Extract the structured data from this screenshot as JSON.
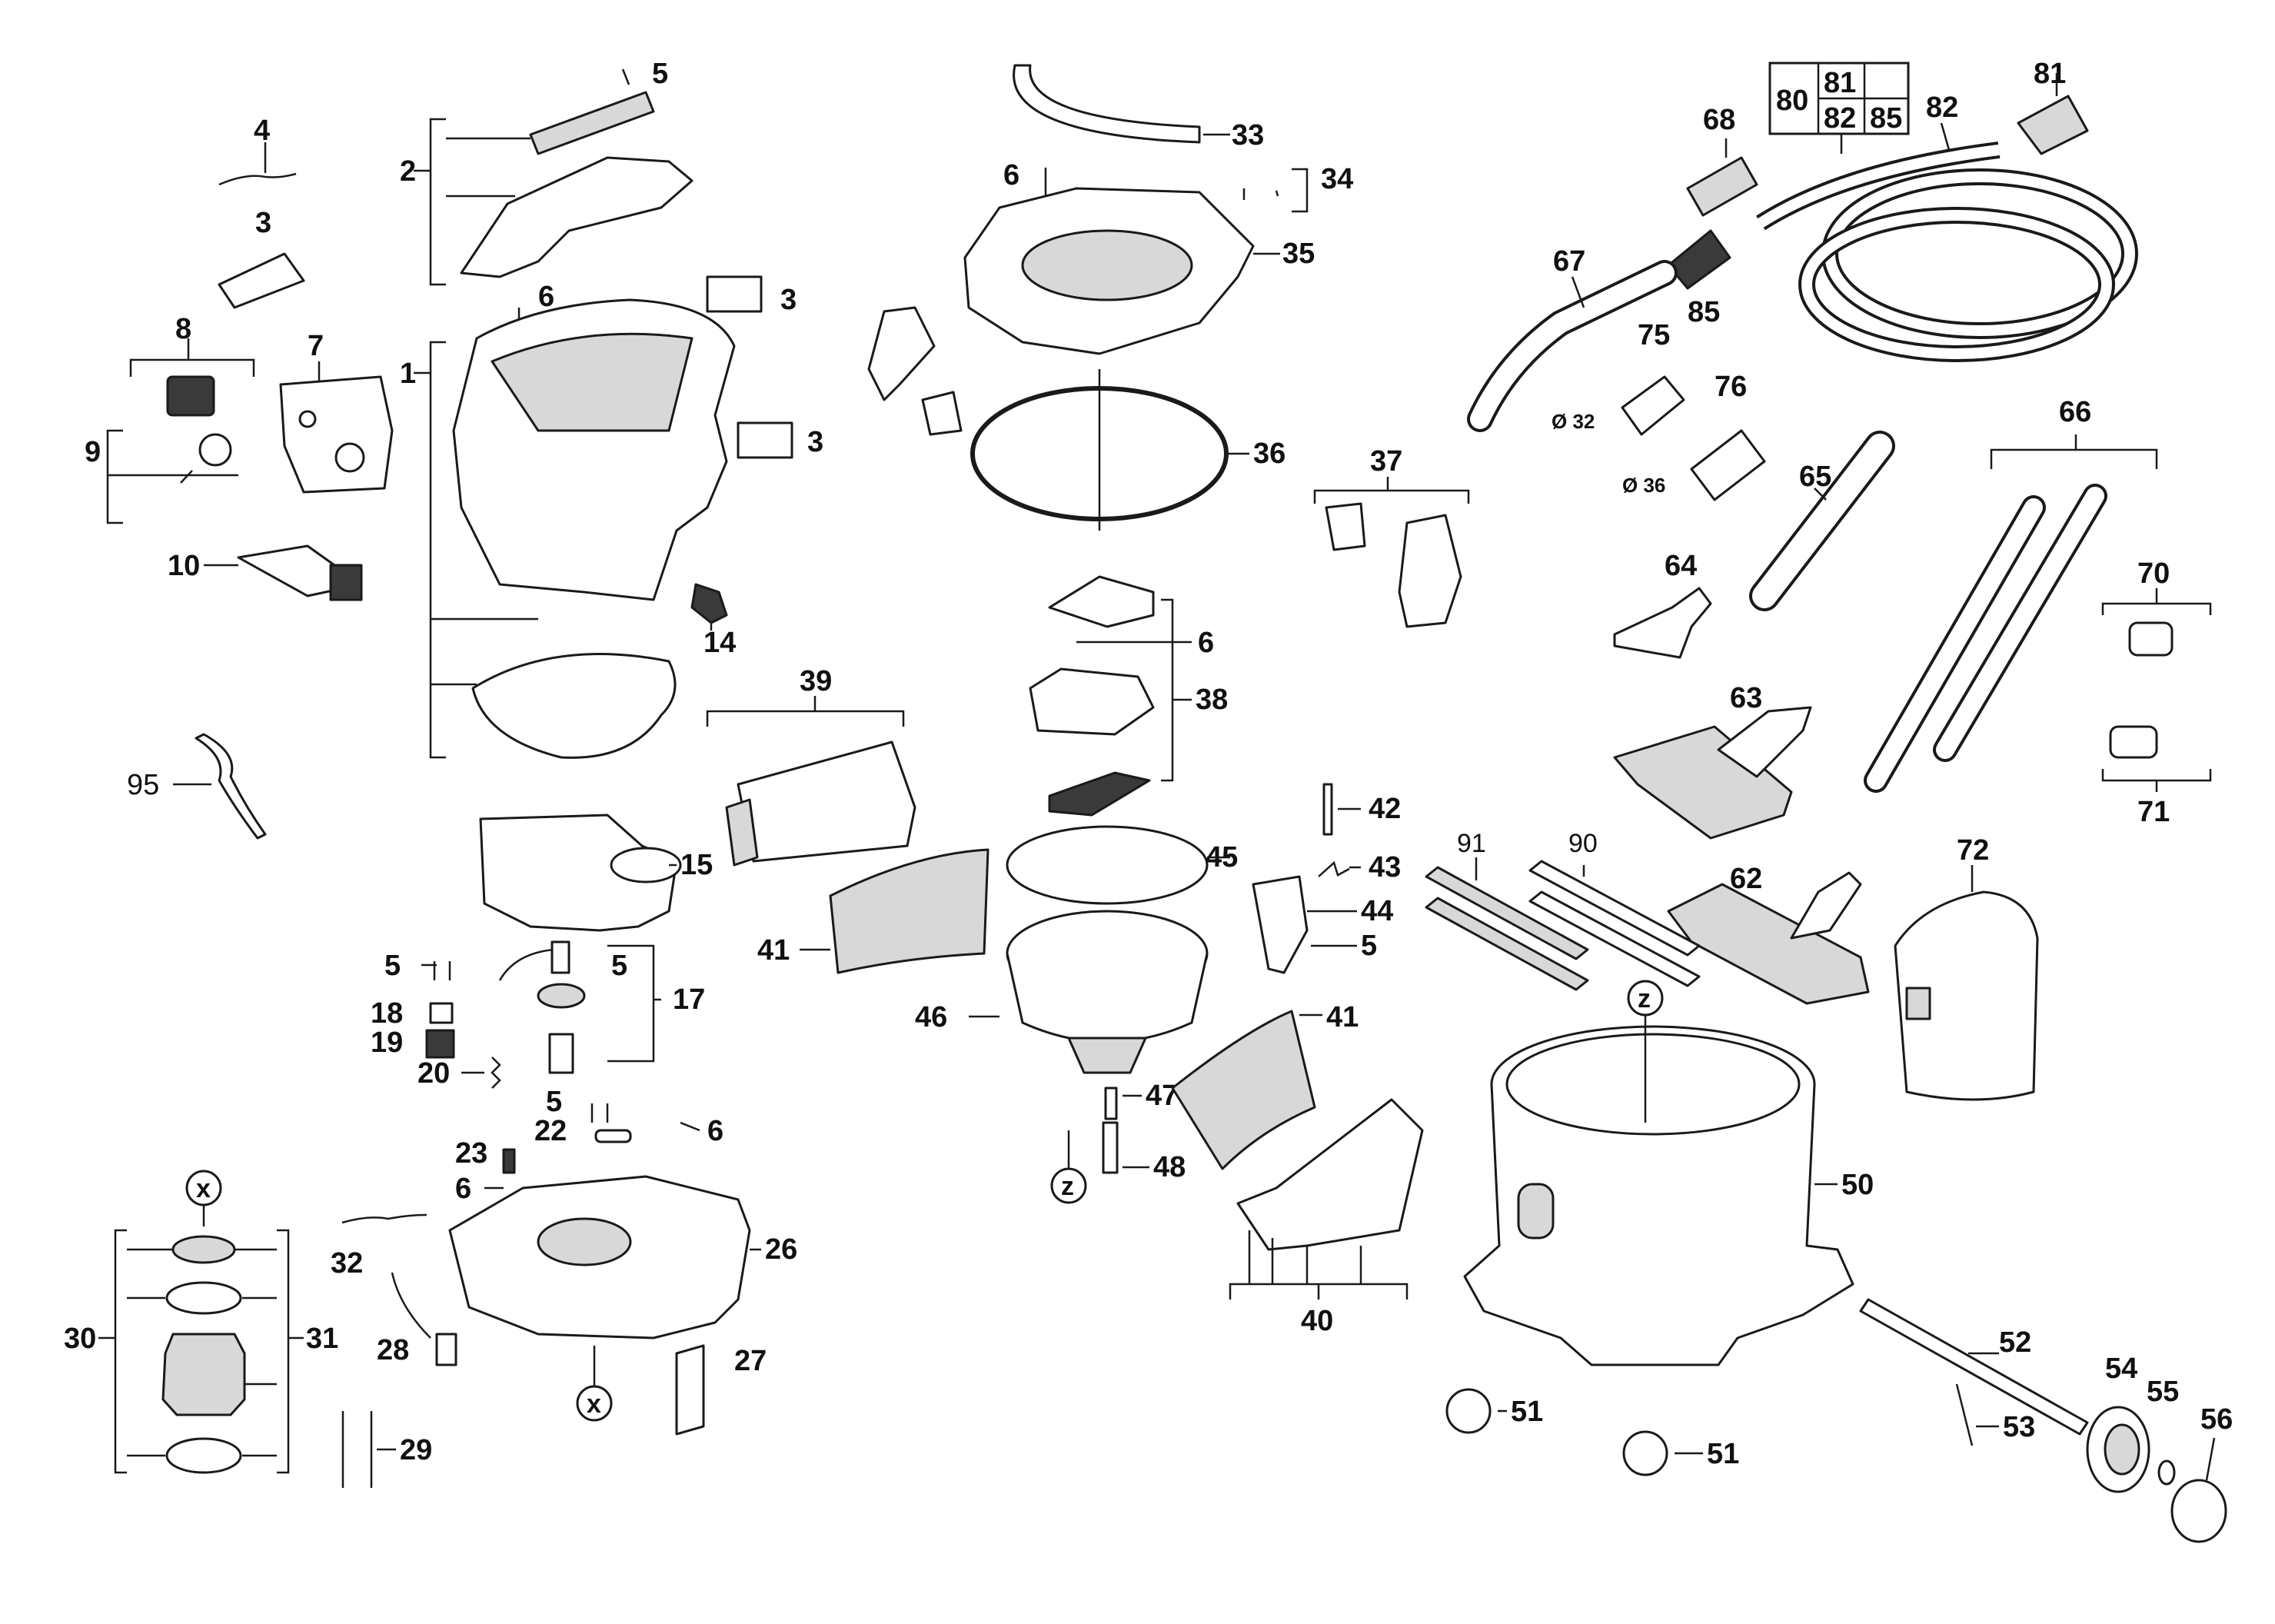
{
  "labels": {
    "l1": "1",
    "l2": "2",
    "l3a": "3",
    "l3b": "3",
    "l3c": "3",
    "l4": "4",
    "l5a": "5",
    "l5b": "5",
    "l5c": "5",
    "l5d": "5",
    "l5e": "5",
    "l6a": "6",
    "l6b": "6",
    "l6c": "6",
    "l6d": "6",
    "l6e": "6",
    "l7": "7",
    "l8": "8",
    "l9": "9",
    "l10": "10",
    "l14": "14",
    "l15": "15",
    "l17": "17",
    "l18": "18",
    "l19": "19",
    "l20": "20",
    "l22": "22",
    "l23": "23",
    "l26": "26",
    "l27": "27",
    "l28": "28",
    "l29": "29",
    "l30": "30",
    "l31": "31",
    "l32": "32",
    "l33": "33",
    "l34": "34",
    "l35": "35",
    "l36": "36",
    "l37": "37",
    "l38": "38",
    "l39": "39",
    "l40": "40",
    "l41a": "41",
    "l41b": "41",
    "l42": "42",
    "l43": "43",
    "l44": "44",
    "l45": "45",
    "l46": "46",
    "l47": "47",
    "l48": "48",
    "l50": "50",
    "l51a": "51",
    "l51b": "51",
    "l52": "52",
    "l53": "53",
    "l54": "54",
    "l55": "55",
    "l56": "56",
    "l62": "62",
    "l63": "63",
    "l64": "64",
    "l65": "65",
    "l66": "66",
    "l67": "67",
    "l68": "68",
    "l70": "70",
    "l71": "71",
    "l72": "72",
    "l75": "75",
    "l76": "76",
    "l80": "80",
    "l81a": "81",
    "l81b": "81",
    "l82a": "82",
    "l82b": "82",
    "l85a": "85",
    "l85b": "85",
    "l90": "90",
    "l91": "91",
    "l95": "95",
    "d32": "Ø 32",
    "d36": "Ø 36",
    "xa": "x",
    "xb": "x",
    "za": "z",
    "zb": "z"
  },
  "colors": {
    "ink": "#1a1a1a",
    "fill": "#ffffff",
    "shade": "#d8d8d8"
  }
}
